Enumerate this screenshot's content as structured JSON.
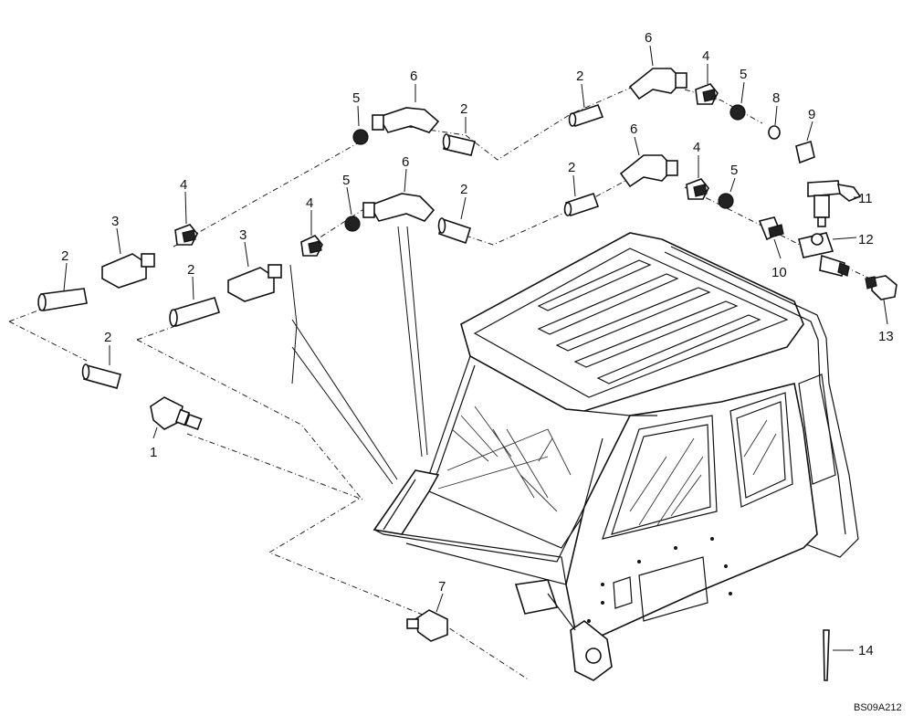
{
  "figure": {
    "code": "BS09A212",
    "callouts": [
      "1",
      "2",
      "3",
      "4",
      "5",
      "6",
      "7",
      "8",
      "9",
      "10",
      "11",
      "12",
      "13",
      "14"
    ]
  }
}
